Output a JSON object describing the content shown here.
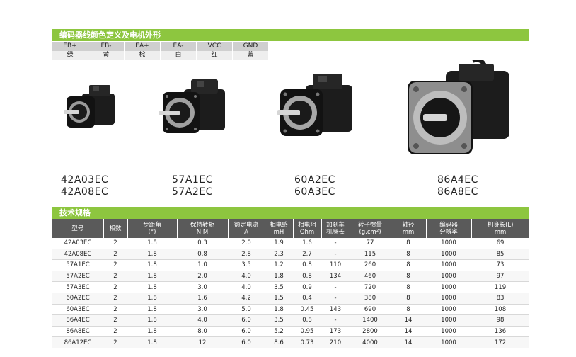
{
  "section1": {
    "title": "编码器线颜色定义及电机外形"
  },
  "wires": {
    "codes": [
      "EB+",
      "EB-",
      "EA+",
      "EA-",
      "VCC",
      "GND"
    ],
    "colors": [
      "绿",
      "黄",
      "棕",
      "白",
      "红",
      "蓝"
    ]
  },
  "motors": [
    {
      "line1": "42A03EC",
      "line2": "42A08EC"
    },
    {
      "line1": "57A1EC",
      "line2": "57A2EC"
    },
    {
      "line1": "60A2EC",
      "line2": "60A3EC"
    },
    {
      "line1": "86A4EC",
      "line2": "86A8EC"
    }
  ],
  "section2": {
    "title": "技术规格"
  },
  "spec": {
    "headers": [
      [
        "型号",
        ""
      ],
      [
        "相数",
        ""
      ],
      [
        "步距角",
        "(°)"
      ],
      [
        "保持转矩",
        "N.M"
      ],
      [
        "额定电流",
        "A"
      ],
      [
        "相电感",
        "mH"
      ],
      [
        "相电阻",
        "Ohm"
      ],
      [
        "加刹车",
        "机身长"
      ],
      [
        "转子惯量",
        "(g.cm²)"
      ],
      [
        "轴径",
        "mm"
      ],
      [
        "编码器",
        "分辨率"
      ],
      [
        "机身长(L)",
        "mm"
      ]
    ],
    "rows": [
      [
        "42A03EC",
        "2",
        "1.8",
        "0.3",
        "2.0",
        "1.9",
        "1.6",
        "-",
        "77",
        "8",
        "1000",
        "69"
      ],
      [
        "42A08EC",
        "2",
        "1.8",
        "0.8",
        "2.8",
        "2.3",
        "2.7",
        "-",
        "115",
        "8",
        "1000",
        "85"
      ],
      [
        "57A1EC",
        "2",
        "1.8",
        "1.0",
        "3.5",
        "1.2",
        "0.8",
        "110",
        "260",
        "8",
        "1000",
        "73"
      ],
      [
        "57A2EC",
        "2",
        "1.8",
        "2.0",
        "4.0",
        "1.8",
        "0.8",
        "134",
        "460",
        "8",
        "1000",
        "97"
      ],
      [
        "57A3EC",
        "2",
        "1.8",
        "3.0",
        "4.0",
        "3.5",
        "0.9",
        "-",
        "720",
        "8",
        "1000",
        "119"
      ],
      [
        "60A2EC",
        "2",
        "1.8",
        "1.6",
        "4.2",
        "1.5",
        "0.4",
        "-",
        "380",
        "8",
        "1000",
        "83"
      ],
      [
        "60A3EC",
        "2",
        "1.8",
        "3.0",
        "5.0",
        "1.8",
        "0.45",
        "143",
        "690",
        "8",
        "1000",
        "108"
      ],
      [
        "86A4EC",
        "2",
        "1.8",
        "4.0",
        "6.0",
        "3.5",
        "0.8",
        "-",
        "1400",
        "14",
        "1000",
        "98"
      ],
      [
        "86A8EC",
        "2",
        "1.8",
        "8.0",
        "6.0",
        "5.2",
        "0.95",
        "173",
        "2800",
        "14",
        "1000",
        "136"
      ],
      [
        "86A12EC",
        "2",
        "1.8",
        "12",
        "6.0",
        "8.6",
        "0.73",
        "210",
        "4000",
        "14",
        "1000",
        "172"
      ]
    ]
  }
}
